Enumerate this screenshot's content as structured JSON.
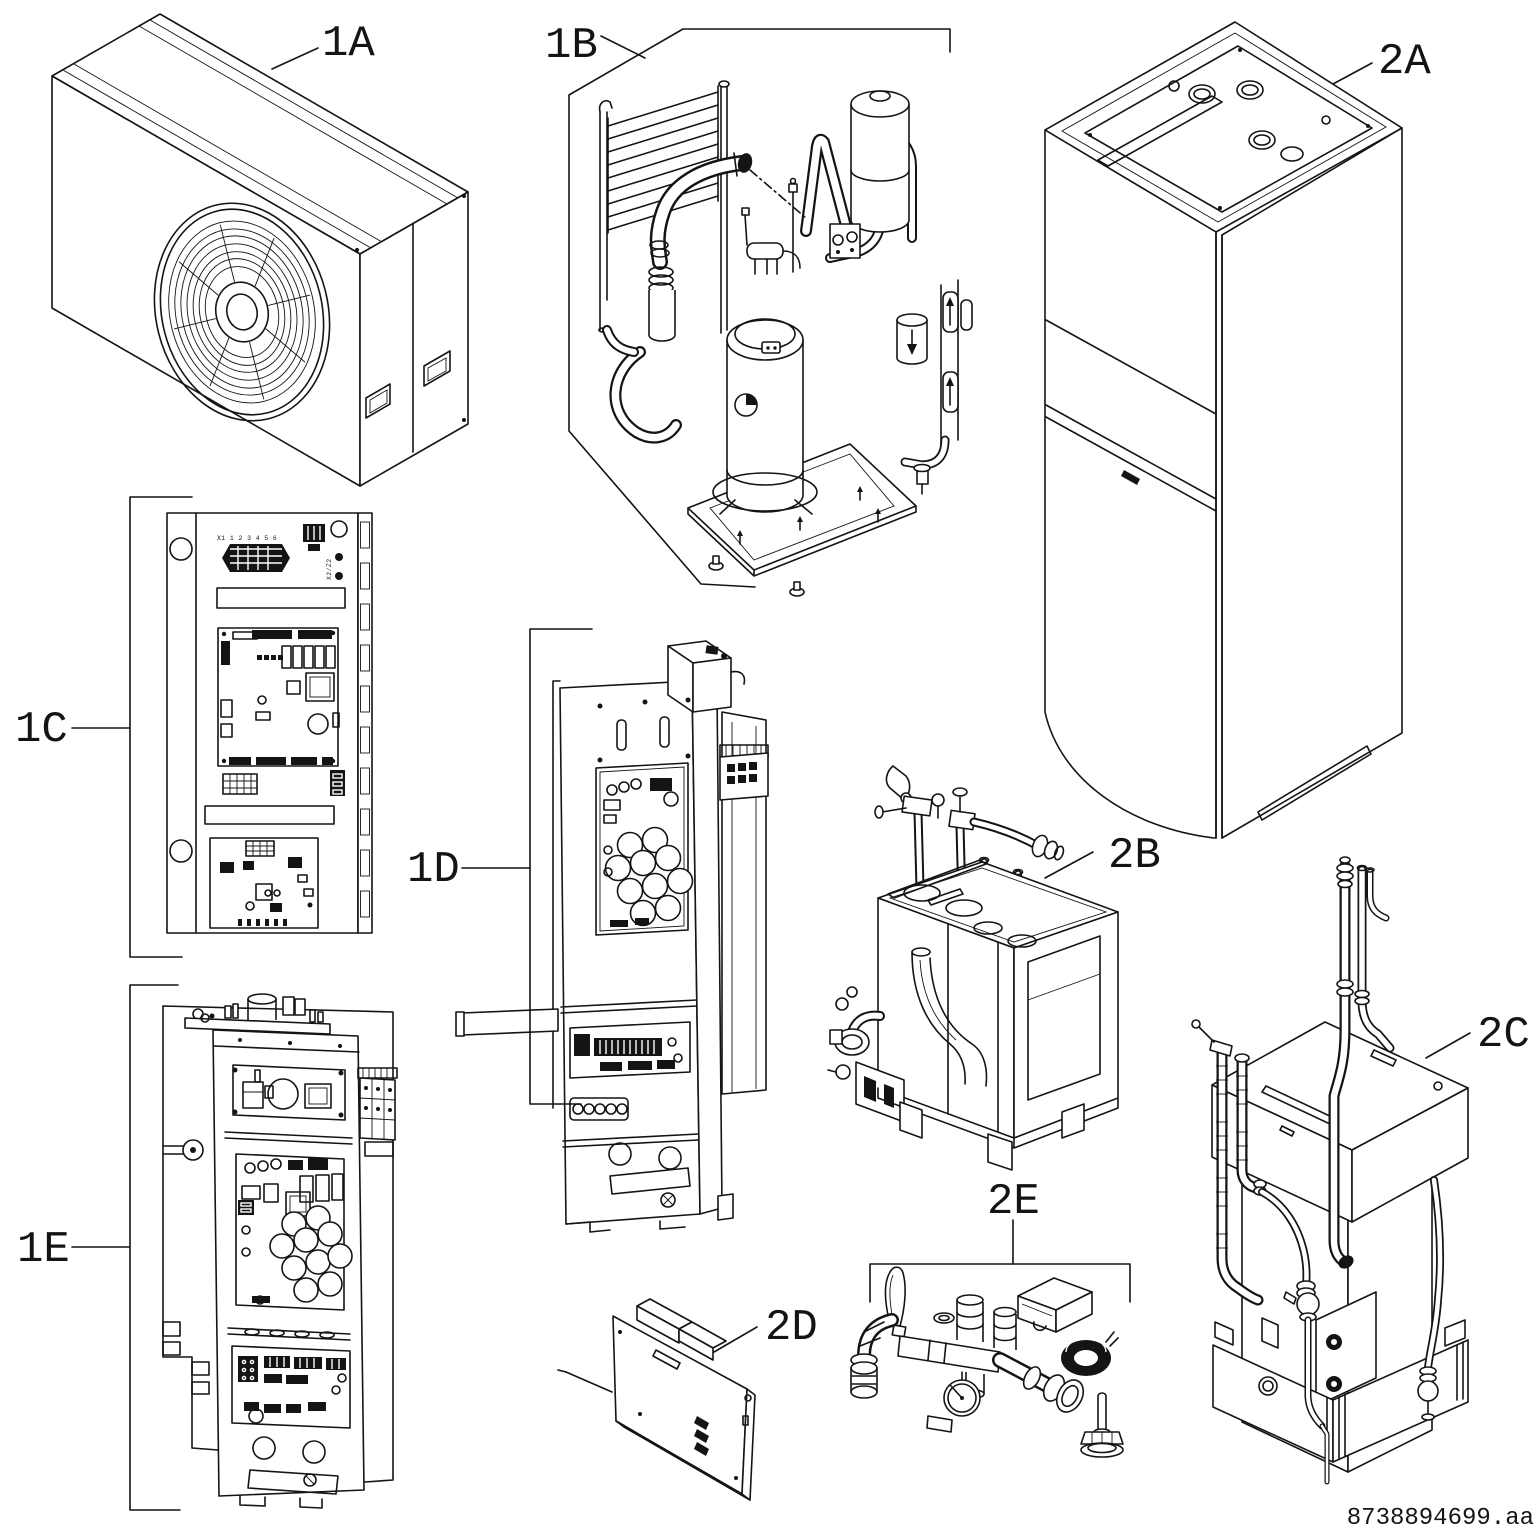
{
  "callouts": {
    "outdoor_unit": "1A",
    "refrigerant_assembly": "1B",
    "control_panel": "1C",
    "inverter_ebox": "1D",
    "inverter_ebox_full": "1E",
    "indoor_casing": "2A",
    "hydraulic_block": "2B",
    "hydraulic_module": "2C",
    "cover_panel": "2D",
    "valve_kit": "2E"
  },
  "board_labels": {
    "x1_terminal_row": "X1 1 2 3 4 5 6",
    "x2_z2": "X2/Z2"
  },
  "footer": {
    "document_number": "8738894699.aa"
  }
}
